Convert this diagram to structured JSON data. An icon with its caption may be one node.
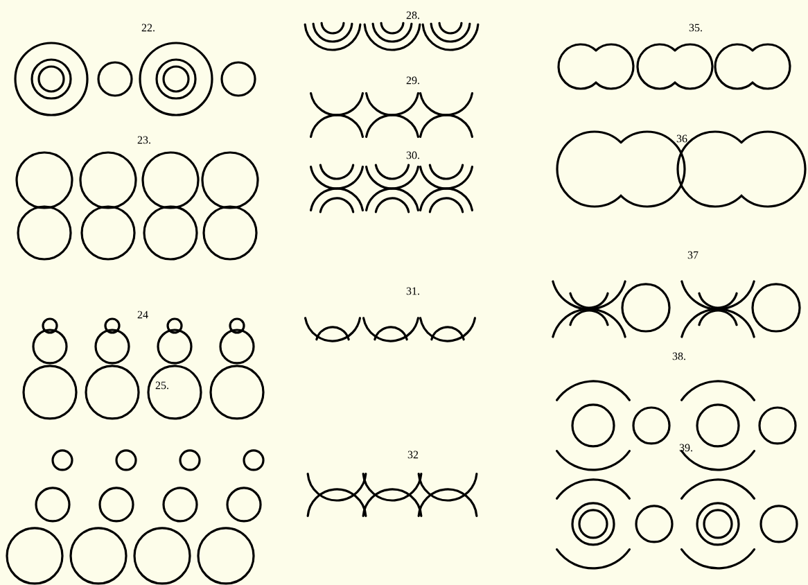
{
  "diagram": {
    "labels": [
      "22.",
      "23.",
      "24",
      "25.",
      "28.",
      "29.",
      "30.",
      "31.",
      "32",
      "35.",
      "36",
      "37",
      "38.",
      "39."
    ]
  }
}
